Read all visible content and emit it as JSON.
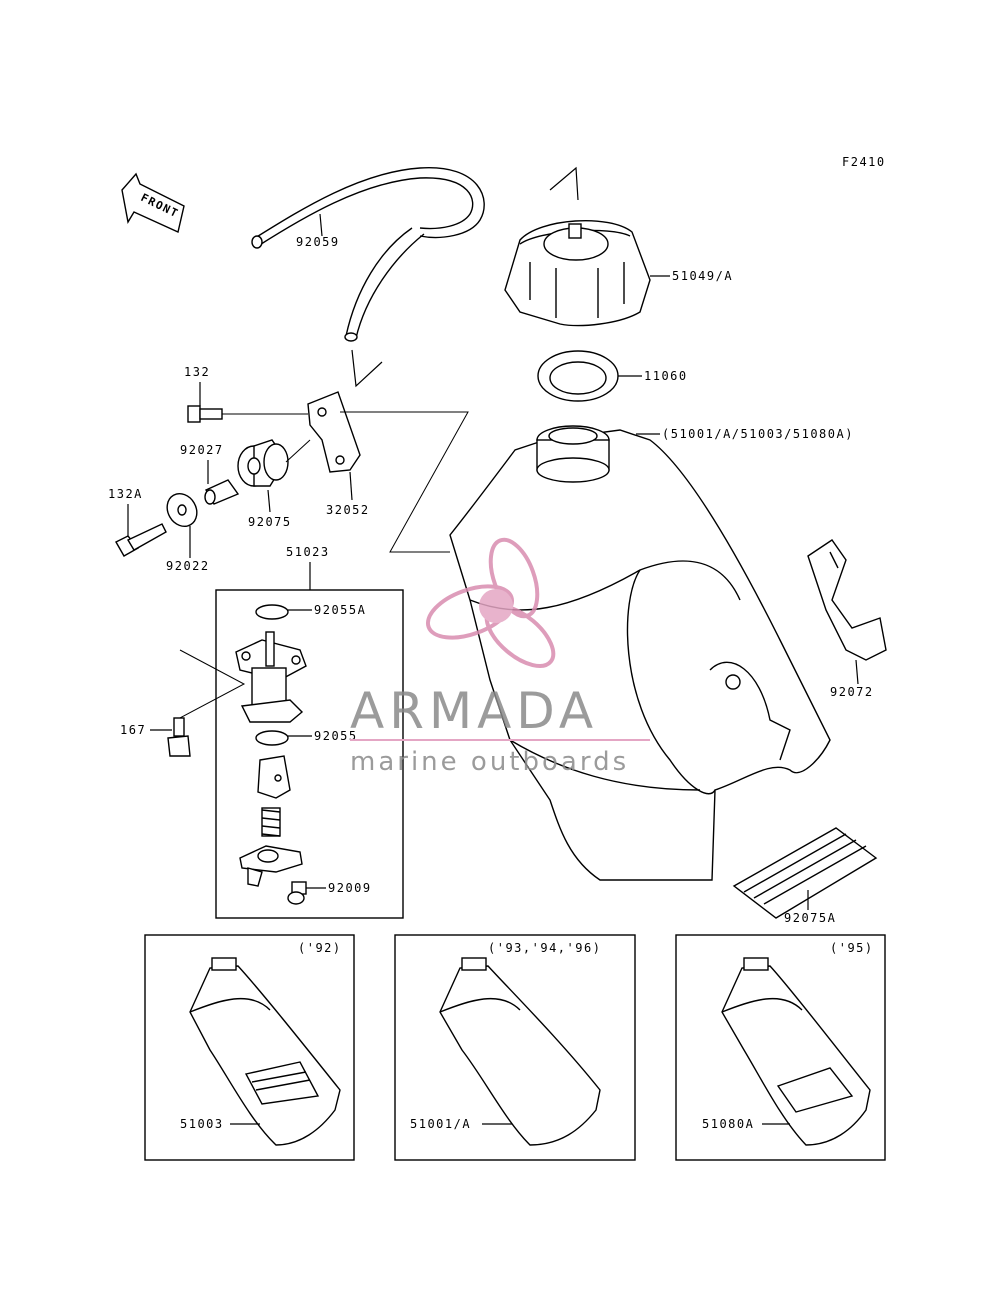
{
  "figure_code": "F2410",
  "front_label": "FRONT",
  "parts": {
    "hose": "92059",
    "fuel_cap": "51049/A",
    "cap_gasket": "11060",
    "fuel_tank": "(51001/A/51003/51080A)",
    "bolt_132": "132",
    "collar": "92027",
    "damper": "92075",
    "bracket": "32052",
    "bolt_132a": "132A",
    "washer": "92022",
    "fuel_cock": "51023",
    "oring_a": "92055A",
    "oring": "92055",
    "bolt_167": "167",
    "screw": "92009",
    "strap": "92072",
    "pad": "92075A"
  },
  "variants": [
    {
      "years": "('92)",
      "part": "51003"
    },
    {
      "years": "('93,'94,'96)",
      "part": "51001/A"
    },
    {
      "years": "('95)",
      "part": "51080A"
    }
  ],
  "watermark": {
    "brand": "ARMADA",
    "tagline": "marine outboards",
    "color": "#d98cb0"
  }
}
